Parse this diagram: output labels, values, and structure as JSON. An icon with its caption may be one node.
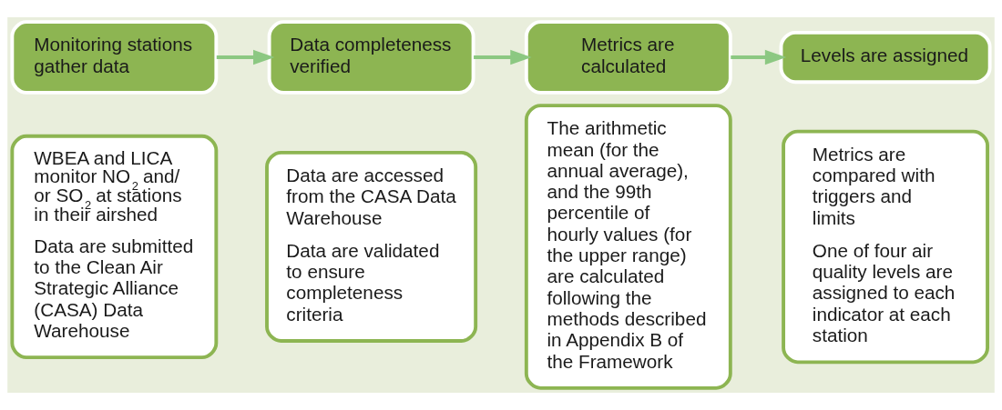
{
  "diagram": {
    "nodes": [
      {
        "text": [
          "Monitoring stations gather data"
        ]
      },
      {
        "text": [
          "WBEA and LICA monitor NO$_{2}$ and/ or SO$_{2}$ at stations in their airshed",
          "Data are submitted to the Clean Air Strategic Alliance (CASA) Data Warehouse"
        ]
      },
      {
        "text": [
          "Data completeness verified"
        ]
      },
      {
        "text": [
          "Data are accessed from the CASA Data Warehouse",
          "Data are validated to ensure completeness criteria"
        ]
      },
      {
        "text": [
          "Metrics are calculated"
        ]
      },
      {
        "text": [
          "The arithmetic mean (for the annual average), and the 99th percentile of hourly values (for the upper range) are calculated following the methods described in Appendix B of the Framework"
        ]
      },
      {
        "text": [
          "Levels are assigned"
        ]
      },
      {
        "text": [
          "Metrics are compared with triggers and limits",
          "One of four air quality levels are assigned to each indicator at each station"
        ]
      }
    ],
    "edges": [
      {
        "from": 0,
        "to": 2,
        "arrow": "to"
      },
      {
        "from": 2,
        "to": 4,
        "arrow": "to"
      },
      {
        "from": 4,
        "to": 6,
        "arrow": "to"
      }
    ]
  }
}
